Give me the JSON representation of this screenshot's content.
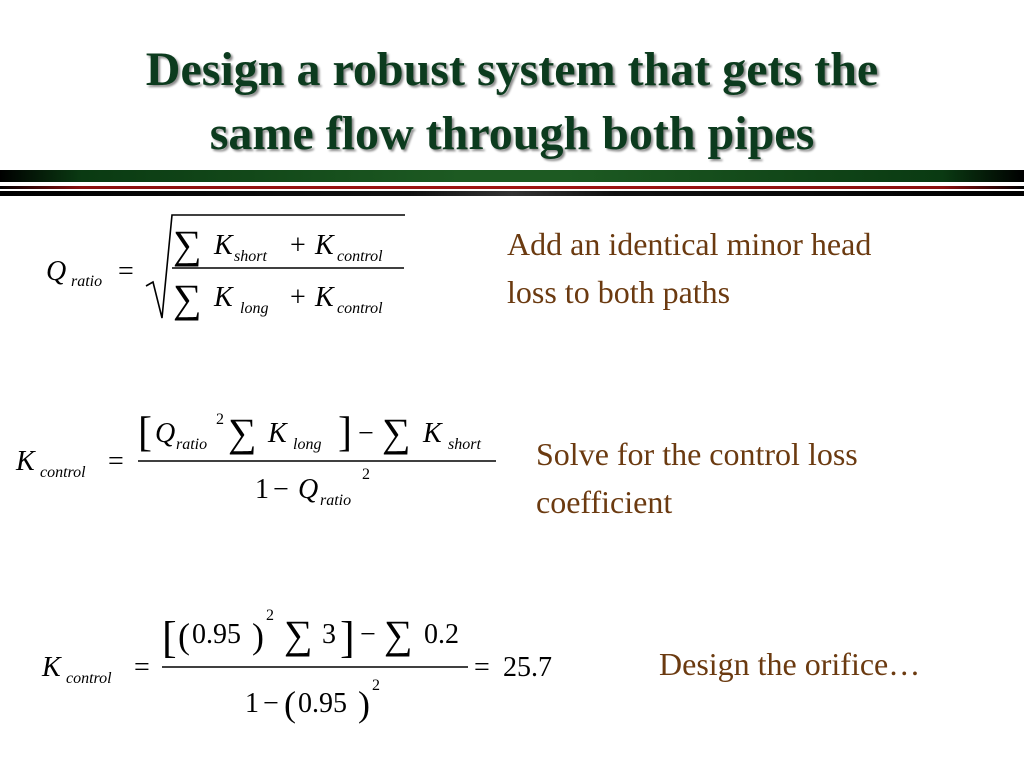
{
  "slide": {
    "title_line1": "Design a robust system that gets the",
    "title_line2": "same flow through both pipes"
  },
  "notes": {
    "note1_line1": "Add an identical minor head",
    "note1_line2": "loss to both paths",
    "note2_line1": "Solve for the control loss",
    "note2_line2": "coefficient",
    "note3": "Design the orifice…"
  },
  "equation1": {
    "Q": "Q",
    "sub_ratio": "ratio",
    "eq": "=",
    "sum": "∑",
    "K": "K",
    "sub_short": "short",
    "plus": "+",
    "sub_control": "control",
    "sub_long": "long"
  },
  "equation2": {
    "K": "K",
    "sub_control": "control",
    "eq": "=",
    "lbr": "[",
    "rbr": "]",
    "Q": "Q",
    "sub_ratio": "ratio",
    "exp2": "2",
    "sum": "∑",
    "sub_long": "long",
    "minus": "−",
    "sub_short": "short",
    "one": "1"
  },
  "equation3": {
    "K": "K",
    "sub_control": "control",
    "eq": "=",
    "lbr": "[",
    "rbr": "]",
    "lp": "(",
    "rp": ")",
    "v095": "0.95",
    "exp2": "2",
    "sum": "∑",
    "v3": "3",
    "minus": "−",
    "v02": "0.2",
    "one": "1",
    "result": "25.7"
  }
}
